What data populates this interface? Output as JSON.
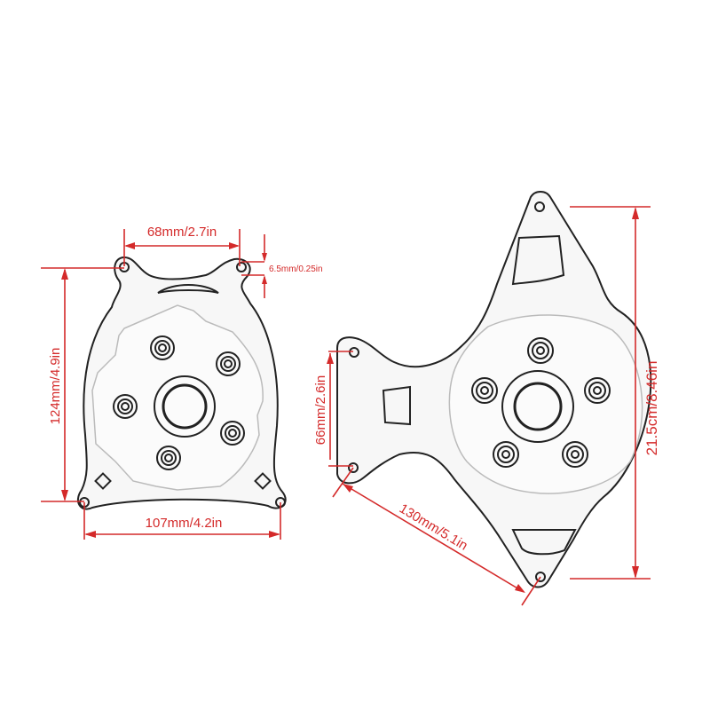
{
  "diagram": {
    "subject": "Engine stator covers, left and right, with dimensions",
    "accent_color": "#d42a2a",
    "line_color": "#222222",
    "left_part": {
      "dimensions": {
        "top_hole_spacing": "68mm/2.7in",
        "hole_diameter": "6.5mm/0.25in",
        "height": "124mm/4.9in",
        "bottom_hole_spacing": "107mm/4.2in"
      }
    },
    "right_part": {
      "dimensions": {
        "left_hole_spacing": "66mm/2.6in",
        "diagonal_hole_spacing": "130mm/5.1in",
        "height": "21.5cm/8.46in"
      }
    }
  }
}
